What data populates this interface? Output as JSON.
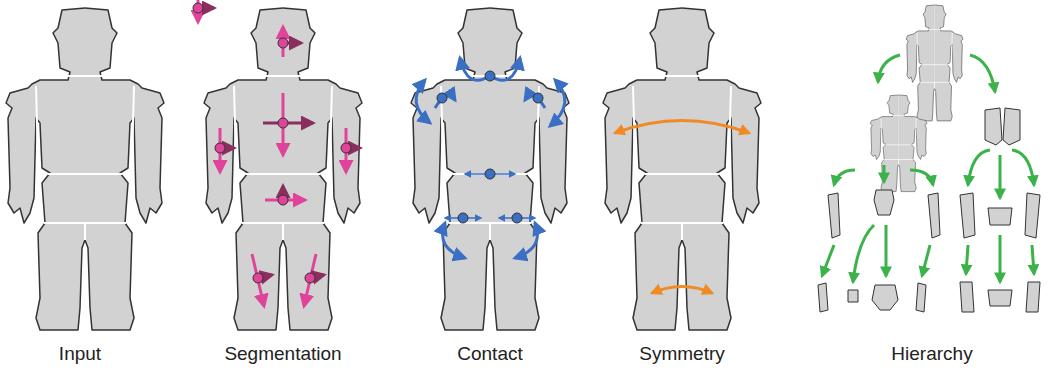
{
  "diagram": {
    "labels": [
      "Input",
      "Segmentation",
      "Contact",
      "Symmetry",
      "Hierarchy"
    ]
  }
}
